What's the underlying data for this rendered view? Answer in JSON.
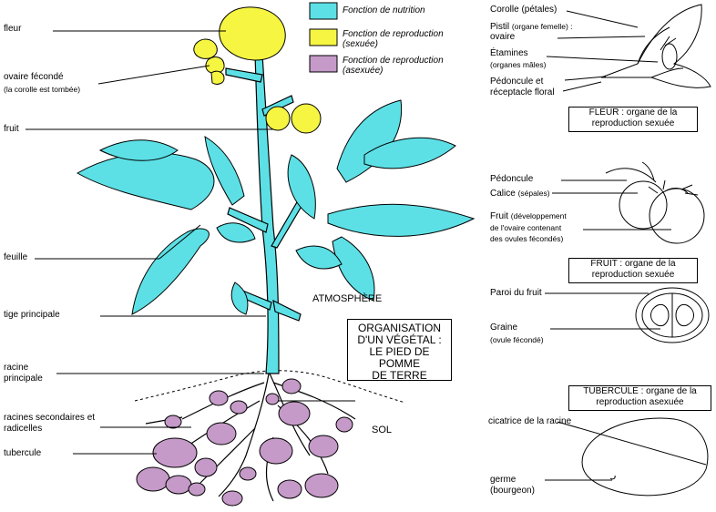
{
  "colors": {
    "nutrition": "#5ce0e6",
    "sexual": "#f5f542",
    "asexual": "#c59ac8",
    "fruit": "#f5f542"
  },
  "legend": [
    {
      "text": "Fonction de nutrition",
      "color": "#5ce0e6"
    },
    {
      "text": "Fonction de reproduction (sexuée)",
      "line1": "Fonction de reproduction",
      "line2": "(sexuée)",
      "color": "#f5f542"
    },
    {
      "text": "Fonction de reproduction (asexuée)",
      "line1": "Fonction de reproduction",
      "line2": "(asexuée)",
      "color": "#c59ac8"
    }
  ],
  "plant_labels": {
    "fleur": "fleur",
    "ovaire_1": "ovaire fécondé",
    "ovaire_2": "(la corolle est tombée)",
    "fruit": "fruit",
    "feuille": "feuille",
    "tige": "tige principale",
    "racine_1": "racine",
    "racine_2": "principale",
    "racines_sec_1": "racines secondaires et",
    "racines_sec_2": "radicelles",
    "tubercule": "tubercule",
    "atmosphere": "ATMOSPHÈRE",
    "sol": "SOL"
  },
  "title": {
    "line1": "ORGANISATION",
    "line2": "D'UN VÉGÉTAL :",
    "line3": "LE PIED DE POMME",
    "line4": "DE TERRE"
  },
  "flower": {
    "corolle": "Corolle (pétales)",
    "pistil_1": "Pistil",
    "pistil_1b": "(organe femelle) :",
    "pistil_2": "ovaire",
    "etamines_1": "Étamines",
    "etamines_2": "(organes mâles)",
    "pedoncule_1": "Pédoncule et",
    "pedoncule_2": "réceptacle floral",
    "box_1": "FLEUR : organe de la",
    "box_2": "reproduction sexuée"
  },
  "fruit_section": {
    "pedoncule": "Pédoncule",
    "calice": "Calice",
    "calice_sub": "(sépales)",
    "fruit_1": "Fruit",
    "fruit_1b": "(développement",
    "fruit_2": "de l'ovaire contenant",
    "fruit_3": "des ovules fécondés)",
    "box_1": "FRUIT : organe de la",
    "box_2": "reproduction sexuée",
    "paroi": "Paroi du fruit",
    "graine": "Graine",
    "graine_sub": "(ovule fécondé)"
  },
  "tuber_section": {
    "box_1": "TUBERCULE : organe de la",
    "box_2": "reproduction asexuée",
    "cicatrice": "cicatrice de la racine",
    "germe_1": "germe",
    "germe_2": "(bourgeon)"
  }
}
